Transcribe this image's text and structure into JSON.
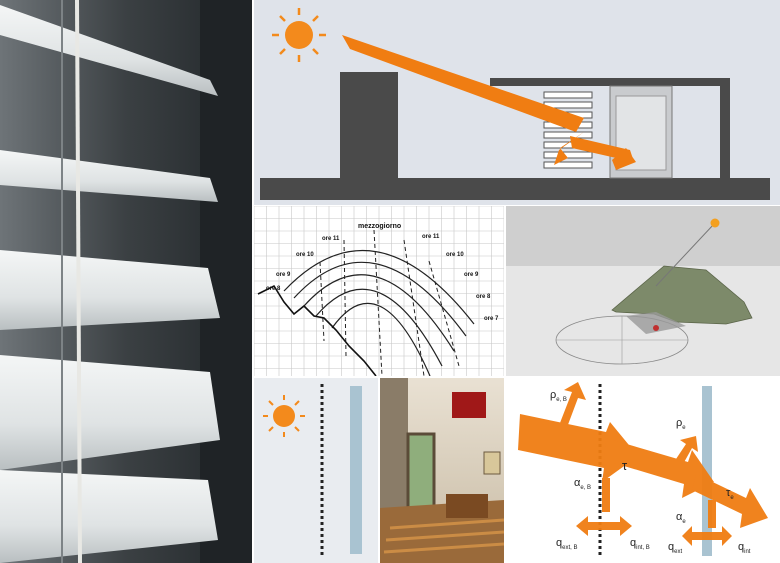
{
  "colors": {
    "orange": "#f07d12",
    "sun": "#f38a1c",
    "panel_bg": "#dfe3ea",
    "wall": "#4a4a4a",
    "glass": "#a9c3d1"
  },
  "sun_path": {
    "noon_label": "mezzogiorno",
    "hour_labels": [
      "ore 11",
      "ore 11",
      "ore 10",
      "ore 10",
      "ore 9",
      "ore 9",
      "ore 8",
      "ore 8",
      "ore 7"
    ]
  },
  "flux_diagram": {
    "rho_e_B": "ρ",
    "rho_e_B_sub": "e, B",
    "rho_e": "ρ",
    "rho_e_sub": "e",
    "tau": "τ",
    "tau_e": "τ",
    "tau_e_sub": "e",
    "alpha_e_B": "α",
    "alpha_e_B_sub": "e, B",
    "alpha_e": "α",
    "alpha_e_sub": "e",
    "q_ext_B": "q",
    "q_ext_B_sub": "ext, B",
    "q_int_B": "q",
    "q_int_B_sub": "int, B",
    "q_ext": "q",
    "q_ext_sub": "ext",
    "q_int": "q",
    "q_int_sub": "int"
  }
}
